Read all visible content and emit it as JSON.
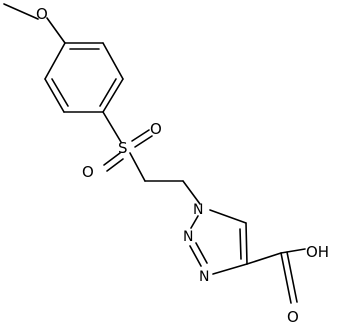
{
  "molecule": {
    "labels": {
      "methoxy_oxygen": "O",
      "sulfur": "S",
      "sulfonyl_oxygen_right": "O",
      "sulfonyl_oxygen_left": "O",
      "triazole_n1": "N",
      "triazole_n2": "N",
      "triazole_n3": "N",
      "acid_oxygen_hydroxyl": "OH",
      "acid_oxygen_carbonyl": "O"
    },
    "bond_color": "#000000",
    "label_color": "#000000"
  }
}
